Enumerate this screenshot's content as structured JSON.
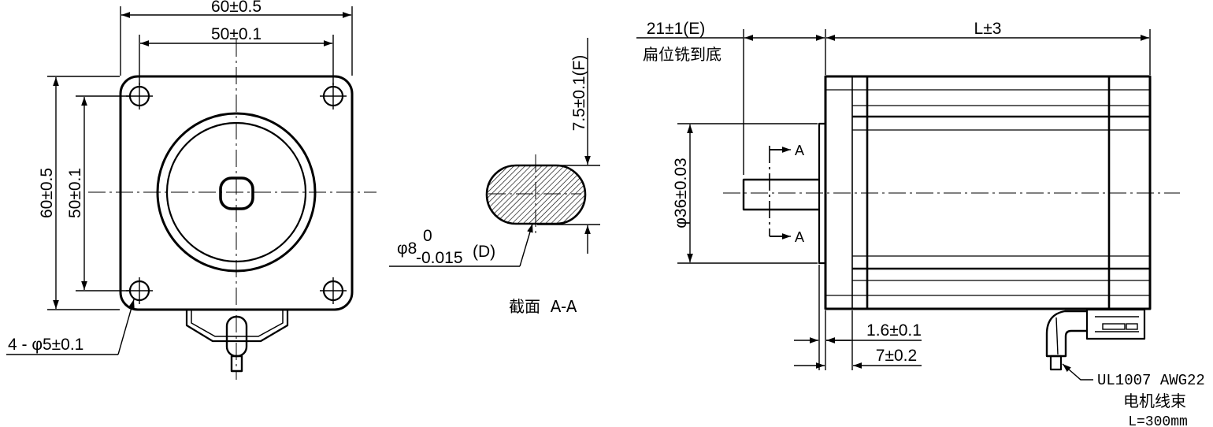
{
  "front_view": {
    "width_outer": "60±0.5",
    "width_holes": "50±0.1",
    "height_outer": "60±0.5",
    "height_holes": "50±0.1",
    "hole_callout": "4 - φ5±0.1"
  },
  "section_view": {
    "flat_depth": "7.5±0.1(F)",
    "shaft_dia": "φ8",
    "tol_upper": "0",
    "tol_lower": "-0.015",
    "tol_tag": "(D)",
    "title": "截面  A-A"
  },
  "side_view": {
    "flat_length": "21±1(E)",
    "flat_note": "扁位铣到底",
    "body_length": "L±3",
    "pilot_dia": "φ36±0.03",
    "section_mark_top": "A",
    "section_mark_bottom": "A",
    "pilot_height": "1.6±0.1",
    "flange_thickness": "7±0.2",
    "cable_spec": "UL1007 AWG22",
    "cable_name": "电机线束",
    "cable_length": "L=300mm"
  }
}
